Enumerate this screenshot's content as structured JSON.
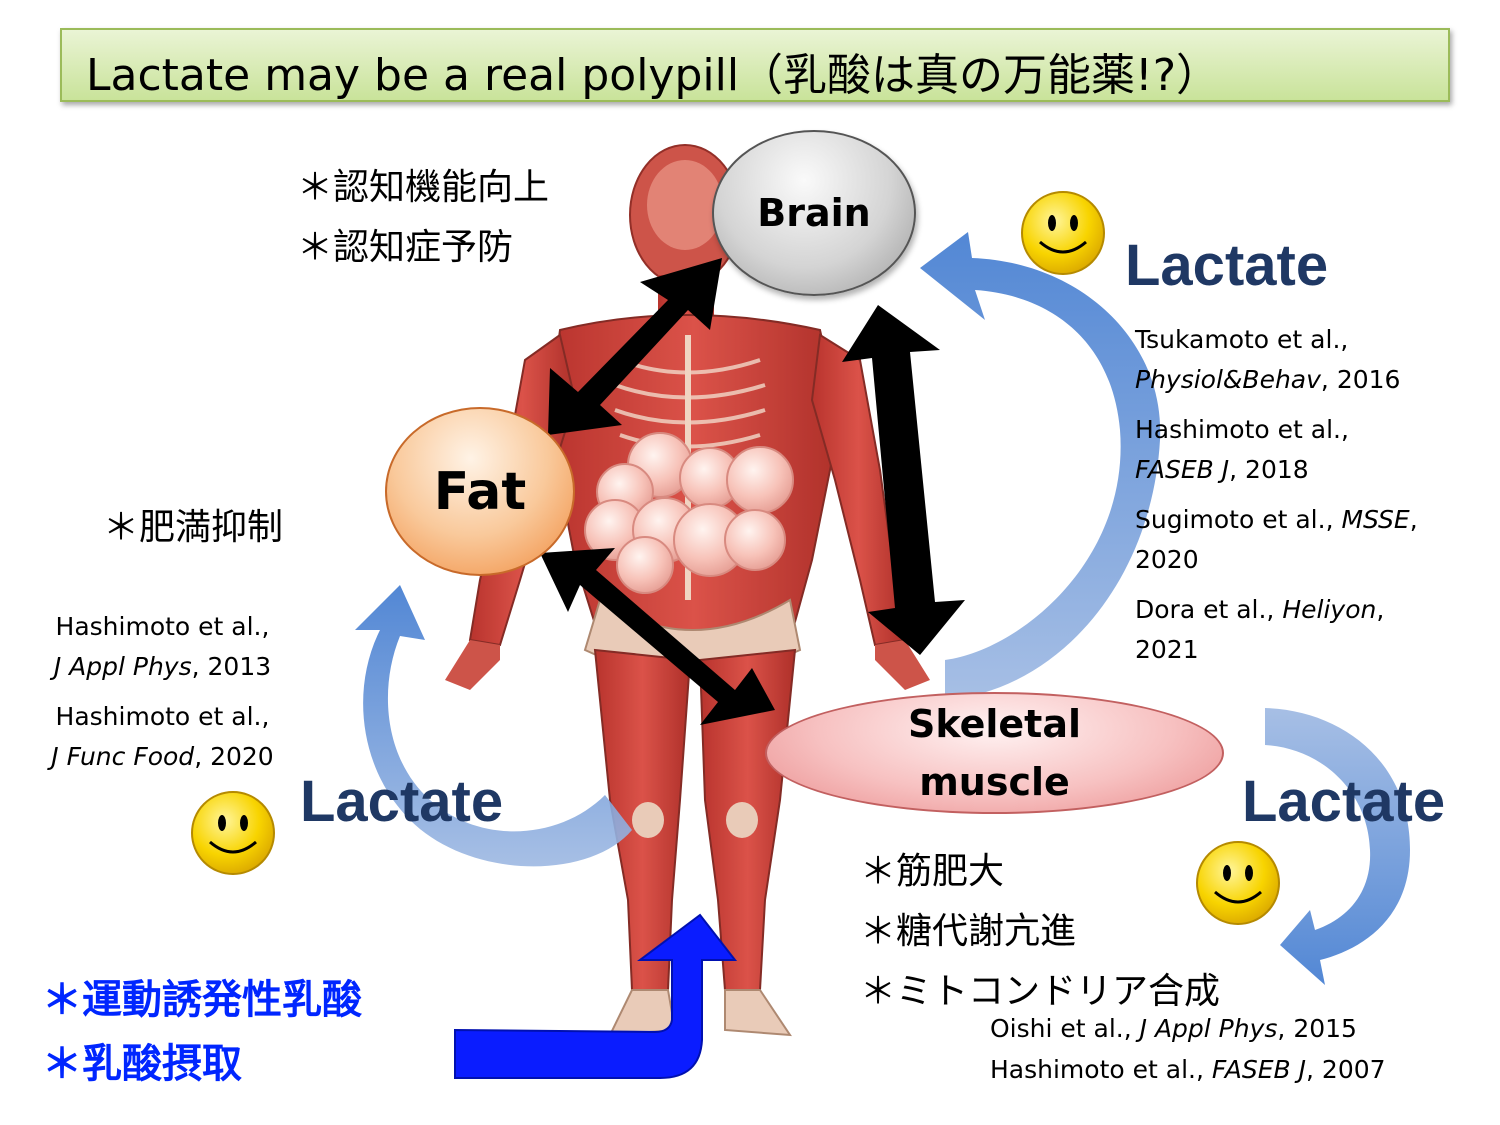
{
  "title": "Lactate may be a real polypill（乳酸は真の万能薬!?）",
  "nodes": {
    "brain": "Brain",
    "fat": "Fat",
    "skeletal_muscle_line1": "Skeletal",
    "skeletal_muscle_line2": "muscle"
  },
  "benefits": {
    "brain": [
      "＊認知機能向上",
      "＊認知症予防"
    ],
    "fat": [
      "＊肥満抑制"
    ],
    "muscle": [
      "＊筋肥大",
      "＊糖代謝亢進",
      "＊ミトコンドリア合成"
    ]
  },
  "interventions": [
    "＊運動誘発性乳酸",
    "＊乳酸摂取"
  ],
  "lactate_label": "Lactate",
  "references": {
    "brain": [
      {
        "authors": "Tsukamoto et al.,",
        "journal": "Physiol&Behav",
        "year": ", 2016"
      },
      {
        "authors": "Hashimoto et al.,",
        "journal": "FASEB J",
        "year": ", 2018"
      },
      {
        "authors": "Sugimoto et al., ",
        "journal": "MSSE",
        "year": ",",
        "year2": "2020"
      },
      {
        "authors": "Dora et al., ",
        "journal": "Heliyon",
        "year": ",",
        "year2": "2021"
      }
    ],
    "fat": [
      {
        "authors": "Hashimoto et al.,",
        "journal": "J Appl Phys",
        "year": ", 2013"
      },
      {
        "authors": "Hashimoto et al.,",
        "journal": "J Func Food",
        "year": ", 2020"
      }
    ],
    "muscle": [
      {
        "authors": "Oishi et al., ",
        "journal": "J Appl Phys",
        "year": ", 2015"
      },
      {
        "authors": "Hashimoto et al., ",
        "journal": "FASEB J",
        "year": ", 2007"
      }
    ]
  },
  "colors": {
    "title_border": "#9bbb59",
    "lactate_text": "#1f3864",
    "intervention_text": "#0026ff",
    "cycle_arrow": "#5b8fd0",
    "fat_node": "#f7a35c",
    "muscle_node": "#f4a6a6",
    "brain_node": "#b0b0b0",
    "smiley": "#f5d400"
  },
  "icons": [
    "smiley-face-icon",
    "human-anatomy-figure",
    "fat-cells-cluster",
    "double-headed-arrow",
    "curved-cycle-arrow",
    "bent-blue-arrow"
  ]
}
